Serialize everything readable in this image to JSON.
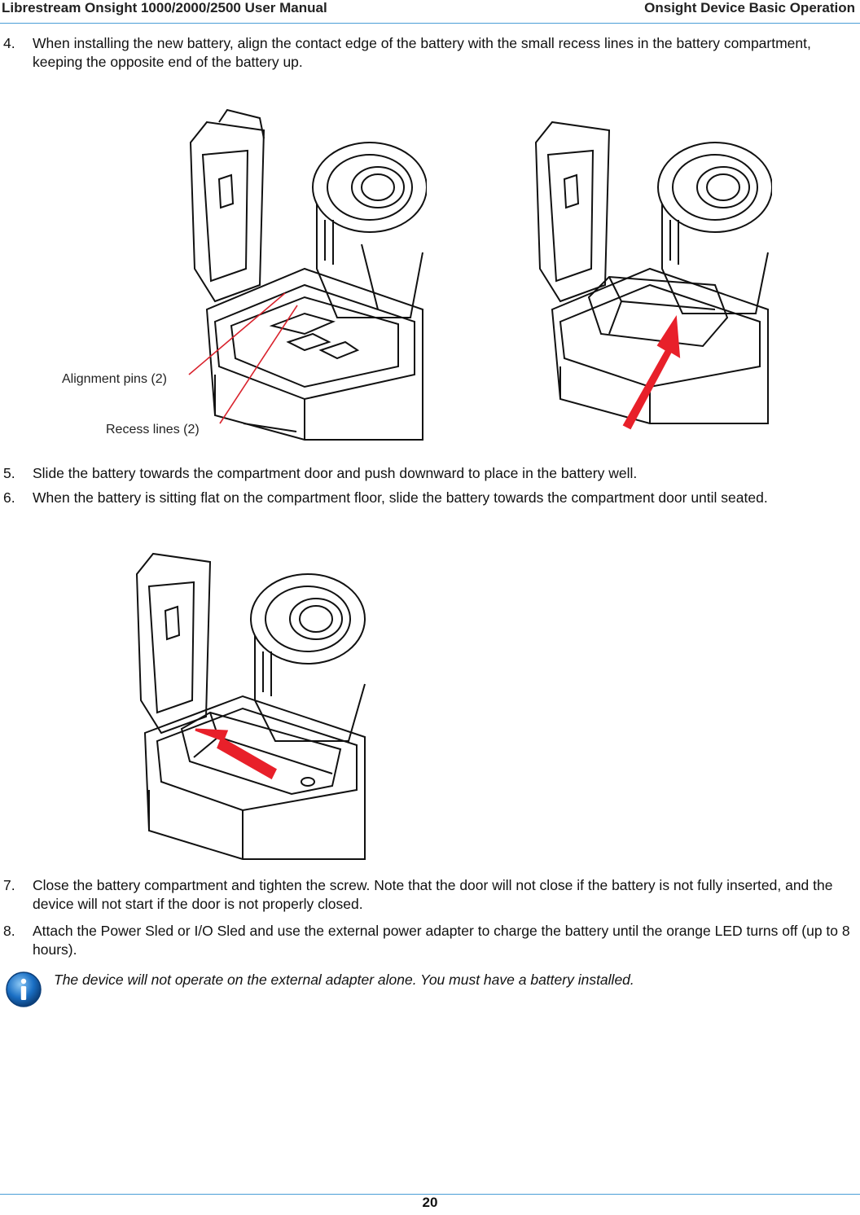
{
  "header": {
    "left": "Librestream Onsight 1000/2000/2500 User Manual",
    "right": "Onsight Device Basic Operation"
  },
  "steps": [
    {
      "num": "4.",
      "text": "When installing the new battery, align the contact edge of the battery with the small recess lines in the battery compartment, keeping the opposite end of the battery up."
    },
    {
      "num": "5.",
      "text": "Slide the battery towards the compartment door and push downward to place in the battery well."
    },
    {
      "num": "6.",
      "text": "When the battery is sitting flat on the compartment floor, slide the battery towards the compartment door until seated."
    },
    {
      "num": "7.",
      "text": "Close the battery compartment and tighten the screw. Note that the door will not close if the battery is not fully inserted, and the device will not start if the door is not properly closed."
    },
    {
      "num": "8.",
      "text": "Attach the Power Sled or I/O Sled and use the external power adapter to charge the battery until the orange LED turns off (up to 8 hours)."
    }
  ],
  "figure1": {
    "callouts": [
      "Alignment pins (2)",
      "Recess lines (2)"
    ]
  },
  "note": {
    "icon": "info-icon",
    "text": "The device will not operate on the external adapter alone. You must have a battery installed."
  },
  "footer": {
    "page": "20"
  },
  "colors": {
    "rule": "#4a9ed6",
    "arrow": "#e8202a",
    "callout_line": "#d9232d",
    "icon_blue": "#1a6fc4"
  }
}
